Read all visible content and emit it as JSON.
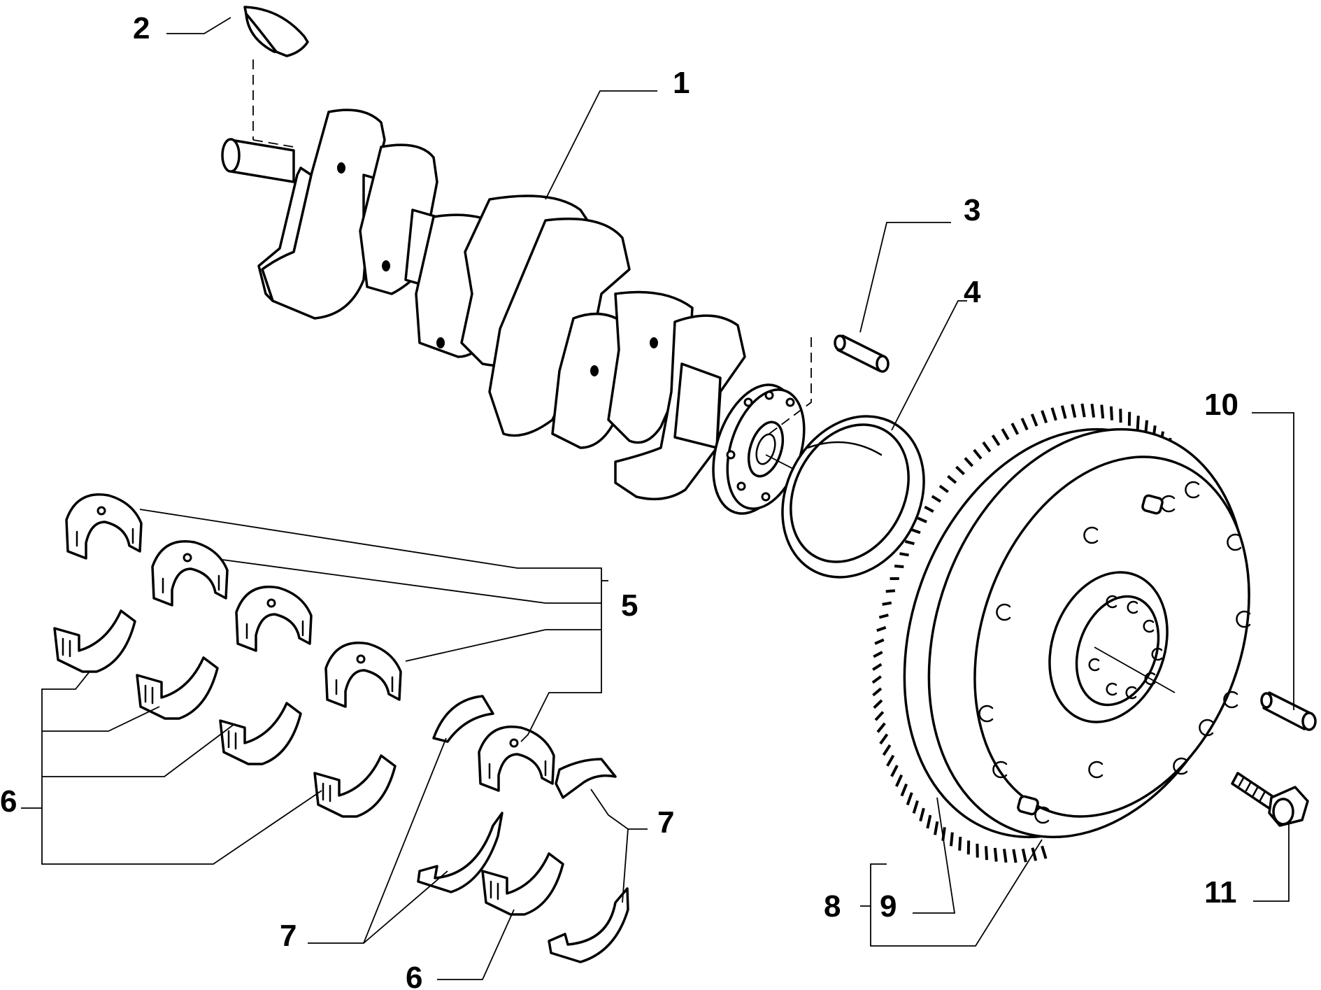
{
  "callouts": [
    "1",
    "2",
    "3",
    "4",
    "5",
    "6",
    "7",
    "8",
    "9",
    "10",
    "11"
  ],
  "callout_left_6": "6",
  "callout_bottom_6": "6",
  "callout_left_7": "7",
  "callout_right_7": "7"
}
